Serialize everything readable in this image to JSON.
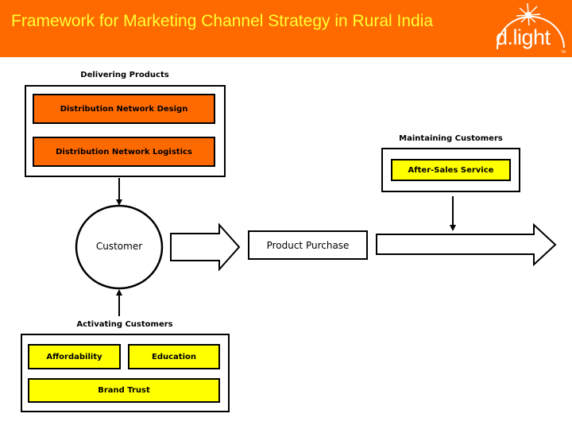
{
  "header": {
    "title": "Framework for Marketing Channel Strategy in Rural India",
    "logo_text": "d.light",
    "logo_mark": "TM",
    "background_color": "#ff6a00",
    "title_color": "#ffff33"
  },
  "delivering": {
    "heading": "Delivering Products",
    "items": [
      "Distribution Network Design",
      "Distribution Network Logistics"
    ],
    "fill_color": "#ff6a00"
  },
  "maintaining": {
    "heading": "Maintaining Customers",
    "items": [
      "After-Sales Service"
    ],
    "fill_color": "#ffff00"
  },
  "center": {
    "customer": "Customer",
    "purchase": "Product Purchase"
  },
  "activating": {
    "heading": "Activating Customers",
    "items": [
      "Affordability",
      "Education",
      "Brand Trust"
    ],
    "fill_color": "#ffff00"
  }
}
